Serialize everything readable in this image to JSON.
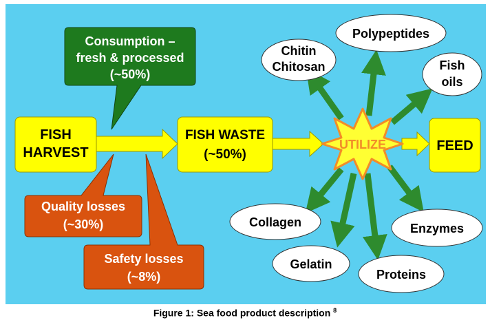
{
  "colors": {
    "background": "#5BCFF0",
    "yellow": "#FFFF00",
    "green_callout": "#1E7A1E",
    "orange_callout": "#D9530F",
    "arrow_green": "#2E8B2E",
    "burst_fill": "#FFFF33",
    "burst_stroke": "#F28C28",
    "utilize_text": "#F28C28"
  },
  "nodes": {
    "harvest": [
      "FISH",
      "HARVEST"
    ],
    "waste": [
      "FISH WASTE",
      "(~50%)"
    ],
    "utilize": "UTILIZE",
    "feed": "FEED"
  },
  "callouts": {
    "consumption": [
      "Consumption –",
      "fresh & processed",
      "(~50%)"
    ],
    "quality": [
      "Quality losses",
      "(~30%)"
    ],
    "safety": [
      "Safety losses",
      "(~8%)"
    ]
  },
  "products": {
    "chitin": [
      "Chitin",
      "Chitosan"
    ],
    "polypeptides": "Polypeptides",
    "fish_oils": [
      "Fish",
      "oils"
    ],
    "collagen": "Collagen",
    "gelatin": "Gelatin",
    "proteins": "Proteins",
    "enzymes": "Enzymes"
  },
  "caption": {
    "text": "Figure 1: Sea food product description",
    "superscript": "8"
  }
}
